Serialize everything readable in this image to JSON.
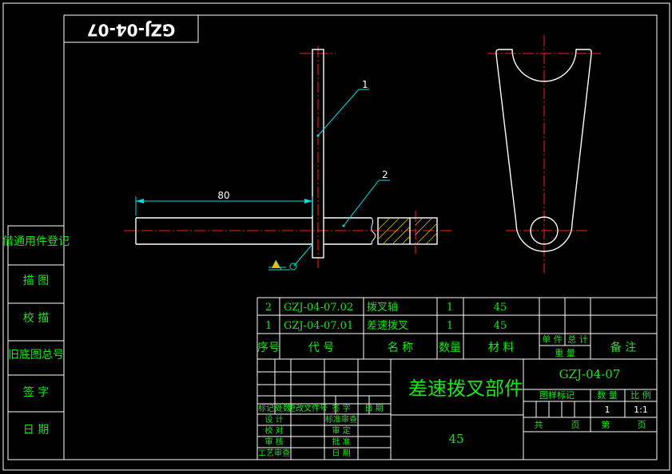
{
  "drawing_code_mirrored": "GZJ-04-07",
  "leader_labels": {
    "part1": "1",
    "part2": "2"
  },
  "dimension": {
    "length": "80"
  },
  "side_labels": [
    "借通用件登记",
    "描 图",
    "校 描",
    "旧底图总号",
    "签 字",
    "日 期"
  ],
  "bom": {
    "rows": [
      {
        "seq": "2",
        "code": "GZJ-04-07.02",
        "name": "拨叉轴",
        "qty": "1",
        "material": "45"
      },
      {
        "seq": "1",
        "code": "GZJ-04-07.01",
        "name": "差速拨叉",
        "qty": "1",
        "material": "45"
      }
    ],
    "header": {
      "seq": "序号",
      "code": "代 号",
      "name": "名 称",
      "qty": "数量",
      "material": "材 料",
      "unit": "单 件",
      "total": "总 计",
      "weight": "重 量",
      "remarks": "备 注"
    }
  },
  "title_block": {
    "part_name": "差速拨叉部件",
    "drawing_no": "GZJ-04-07",
    "material": "45",
    "stage_label": "图样标记",
    "qty_label": "数 量",
    "scale_label": "比 例",
    "qty_value": "1",
    "scale_value": "1:1",
    "total_sheets": "共",
    "sheet_unit": "页",
    "sheet_no": "第",
    "sheet_unit2": "页",
    "rev_labels": [
      "标记",
      "处数",
      "更改文件号",
      "签 字",
      "日 期"
    ],
    "sign_left": [
      "设 计",
      "校 对",
      "审 核",
      "工艺审查"
    ],
    "sign_right": [
      "标准审查",
      "审 定",
      "批 准",
      "日 期"
    ]
  }
}
